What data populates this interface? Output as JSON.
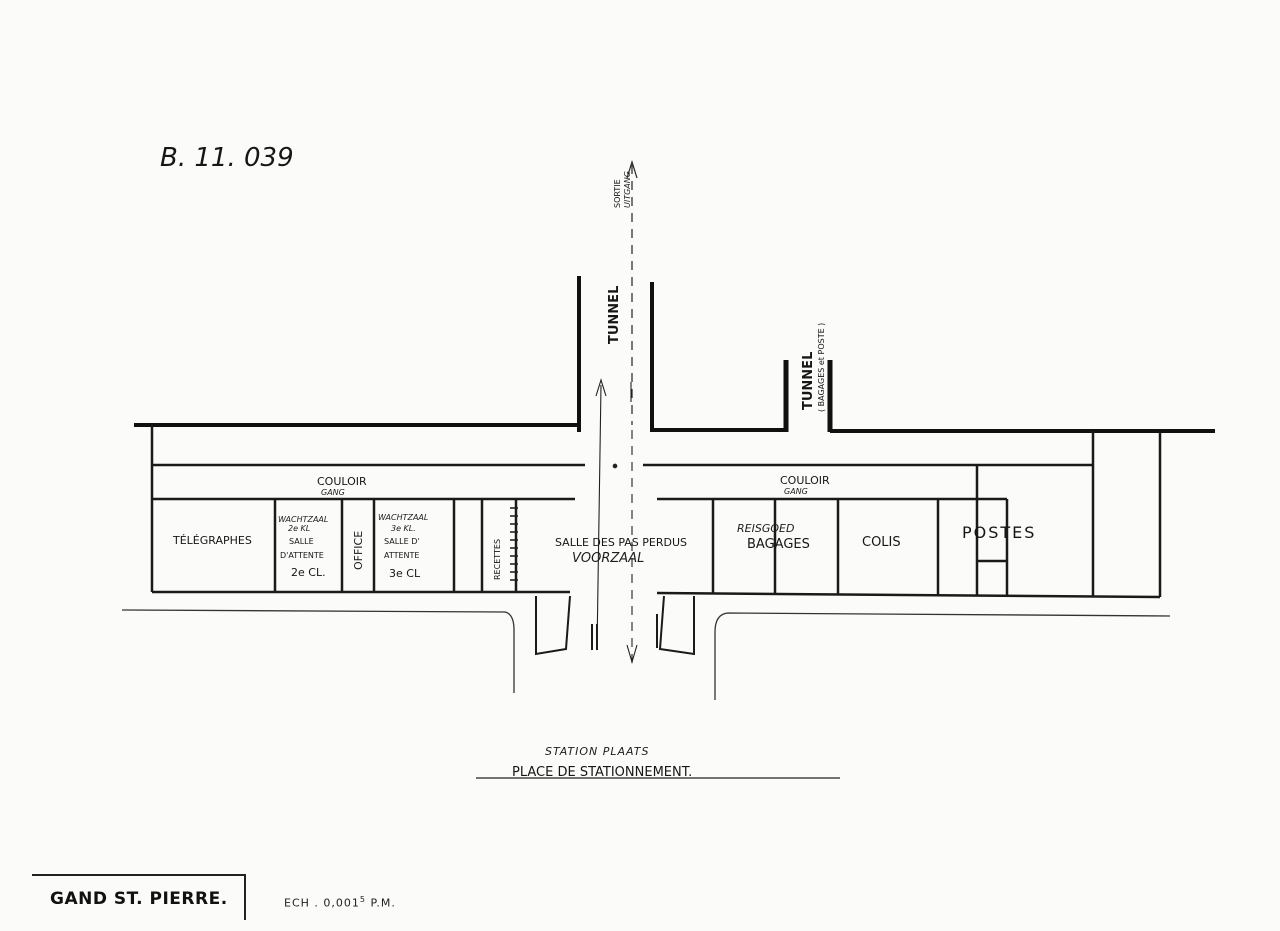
{
  "reference": "B. 11. 039",
  "exit": {
    "fr": "SORTIE",
    "nl": "UITGANG"
  },
  "tunnel_main": "TUNNEL",
  "tunnel_baggage": {
    "label": "TUNNEL",
    "sub": "( BAGAGES et POSTE )"
  },
  "corridor_left": {
    "fr": "COULOIR",
    "nl": "GANG"
  },
  "corridor_right": {
    "fr": "COULOIR",
    "nl": "GANG"
  },
  "rooms": {
    "telegraphes": "TÉLÉGRAPHES",
    "waiting2": {
      "nl_1": "WACHTZAAL",
      "nl_2": "2e KL",
      "fr_1": "SALLE",
      "fr_2": "D'ATTENTE",
      "fr_3": "2e CL."
    },
    "office": "OFFICE",
    "waiting3": {
      "nl_1": "WACHTZAAL",
      "nl_2": "3e KL.",
      "fr_1": "SALLE D'",
      "fr_2": "ATTENTE",
      "fr_3": "3e CL"
    },
    "recettes": "RECETTES",
    "hall": {
      "fr": "SALLE DES PAS PERDUS",
      "nl": "VOORZAAL"
    },
    "bagages": {
      "nl": "REISGOED",
      "fr": "BAGAGES"
    },
    "colis": "COLIS",
    "postes": "POSTES"
  },
  "square": {
    "nl": "STATION PLAATS",
    "fr": "PLACE DE STATIONNEMENT."
  },
  "footer": {
    "name": "GAND  ST. PIERRE.",
    "scale": "ECH . 0,001",
    "scale_exp": "5",
    "scale_unit": "P.M."
  }
}
